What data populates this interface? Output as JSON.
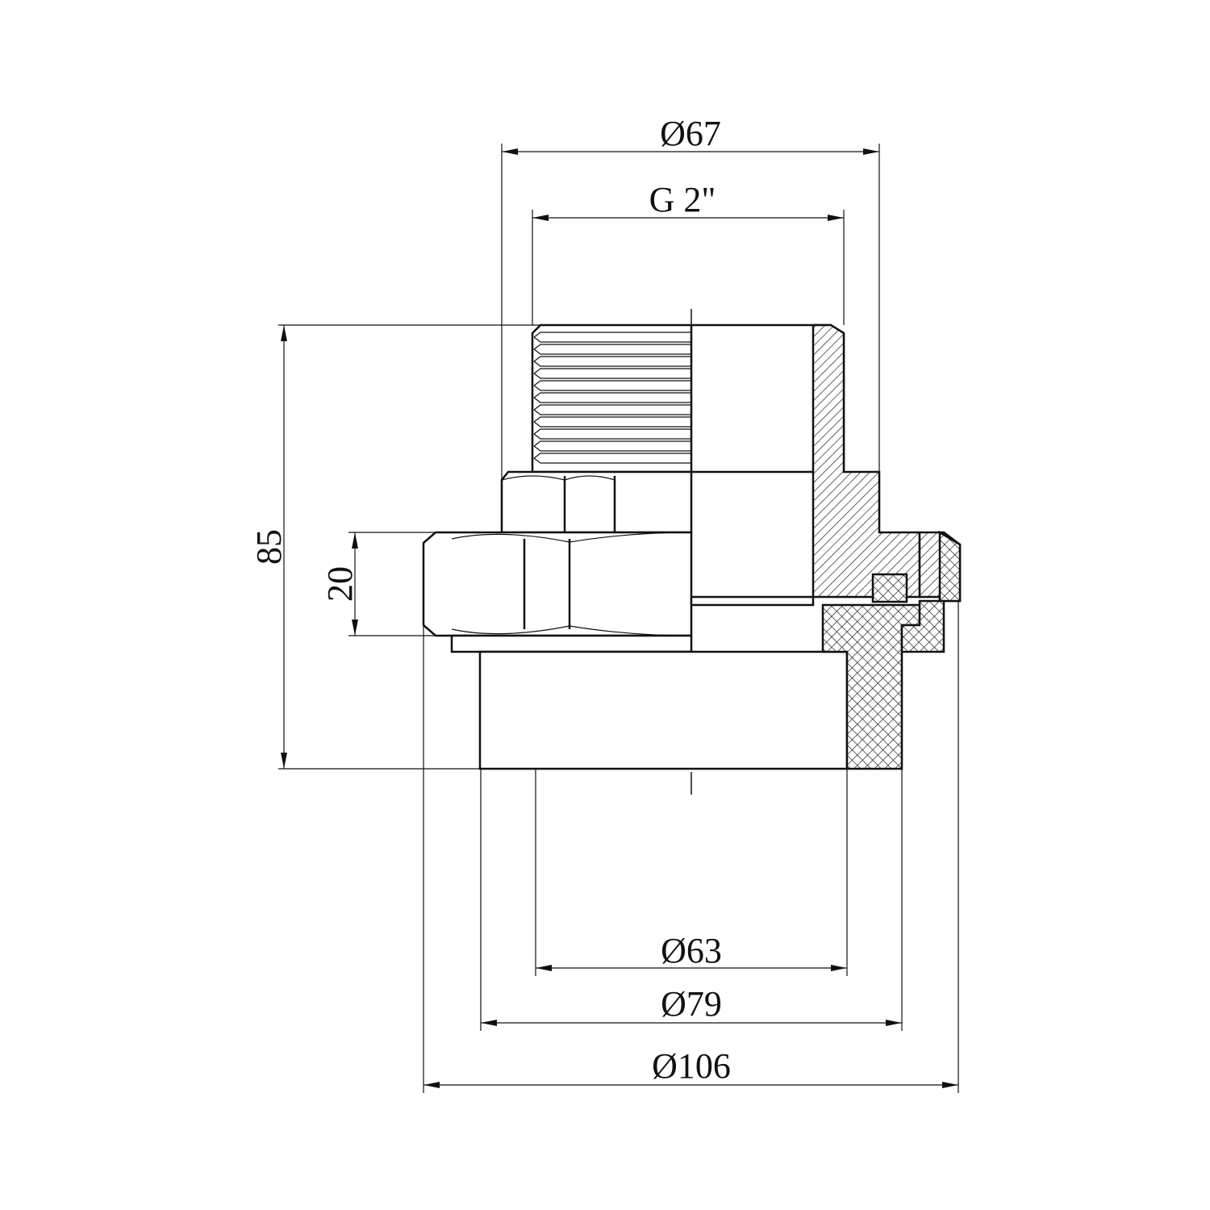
{
  "dimensions": {
    "outer_thread_diameter": "Ø67",
    "thread_size": "G 2\"",
    "total_height": "85",
    "nut_height": "20",
    "pipe_diameter": "Ø63",
    "socket_diameter": "Ø79",
    "nut_diameter": "Ø106"
  }
}
